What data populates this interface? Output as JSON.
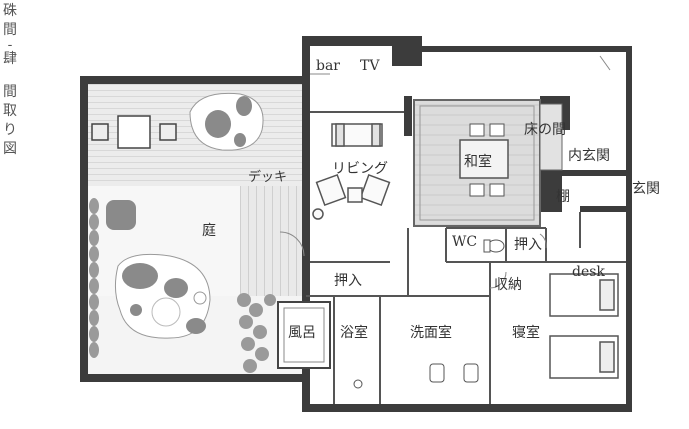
{
  "title": {
    "line1": "硃",
    "line2": "間",
    "line3": "-",
    "line4": "肆",
    "line5": "間",
    "line6": "取",
    "line7": "り",
    "line8": "図"
  },
  "rooms": {
    "bar": "bar",
    "tv": "TV",
    "living": "リビング",
    "deck": "デッキ",
    "garden": "庭",
    "washitsu": "和室",
    "tokonoma": "床の間",
    "uchigenkan": "内玄関",
    "tana": "棚",
    "genkan": "玄関",
    "wc": "WC",
    "oshiire_right": "押入",
    "oshiire_left": "押入",
    "shuno": "収納",
    "desk": "desk",
    "furo": "風呂",
    "yokushitsu": "浴室",
    "senmenjo": "洗面室",
    "shinshitsu": "寝室"
  }
}
